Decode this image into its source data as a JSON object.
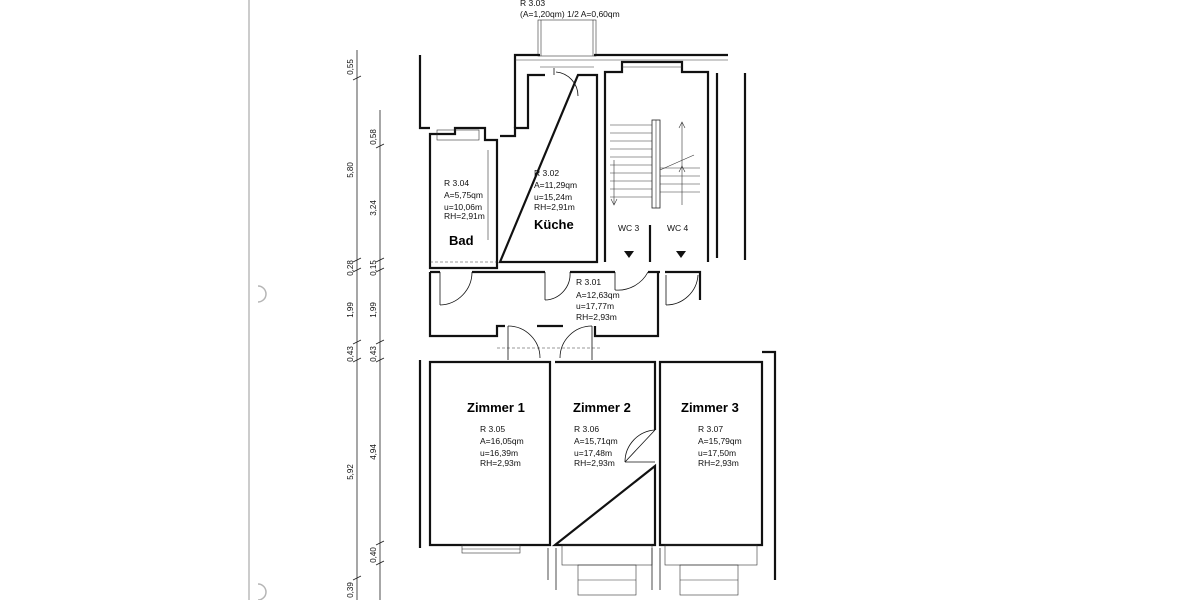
{
  "balcony": {
    "line1": "R 3.03",
    "line2": "(A=1,20qm)  1/2  A=0,60qm"
  },
  "rooms": {
    "bad": {
      "id": "R 3.04",
      "area": "A=5,75qm",
      "u": "u=10,06m",
      "rh": "RH=2,91m",
      "name": "Bad"
    },
    "kueche": {
      "id": "R 3.02",
      "area": "A=11,29qm",
      "u": "u=15,24m",
      "rh": "RH=2,91m",
      "name": "Küche"
    },
    "flur": {
      "id": "R 3.01",
      "area": "A=12,63qm",
      "u": "u=17,77m",
      "rh": "RH=2,93m"
    },
    "zimmer1": {
      "id": "R 3.05",
      "area": "A=16,05qm",
      "u": "u=16,39m",
      "rh": "RH=2,93m",
      "name": "Zimmer 1"
    },
    "zimmer2": {
      "id": "R 3.06",
      "area": "A=15,71qm",
      "u": "u=17,48m",
      "rh": "RH=2,93m",
      "name": "Zimmer 2"
    },
    "zimmer3": {
      "id": "R 3.07",
      "area": "A=15,79qm",
      "u": "u=17,50m",
      "rh": "RH=2,93m",
      "name": "Zimmer 3"
    }
  },
  "wc": {
    "wc3": "WC 3",
    "wc4": "WC 4"
  },
  "dimensions": {
    "outer": [
      "0,55",
      "5,80",
      "0,28",
      "1,99",
      "0,43",
      "5,92",
      "0,39"
    ],
    "inner": [
      "0,58",
      "3,24",
      "0,15",
      "1,99",
      "0,43",
      "4,94",
      "0,40"
    ]
  }
}
